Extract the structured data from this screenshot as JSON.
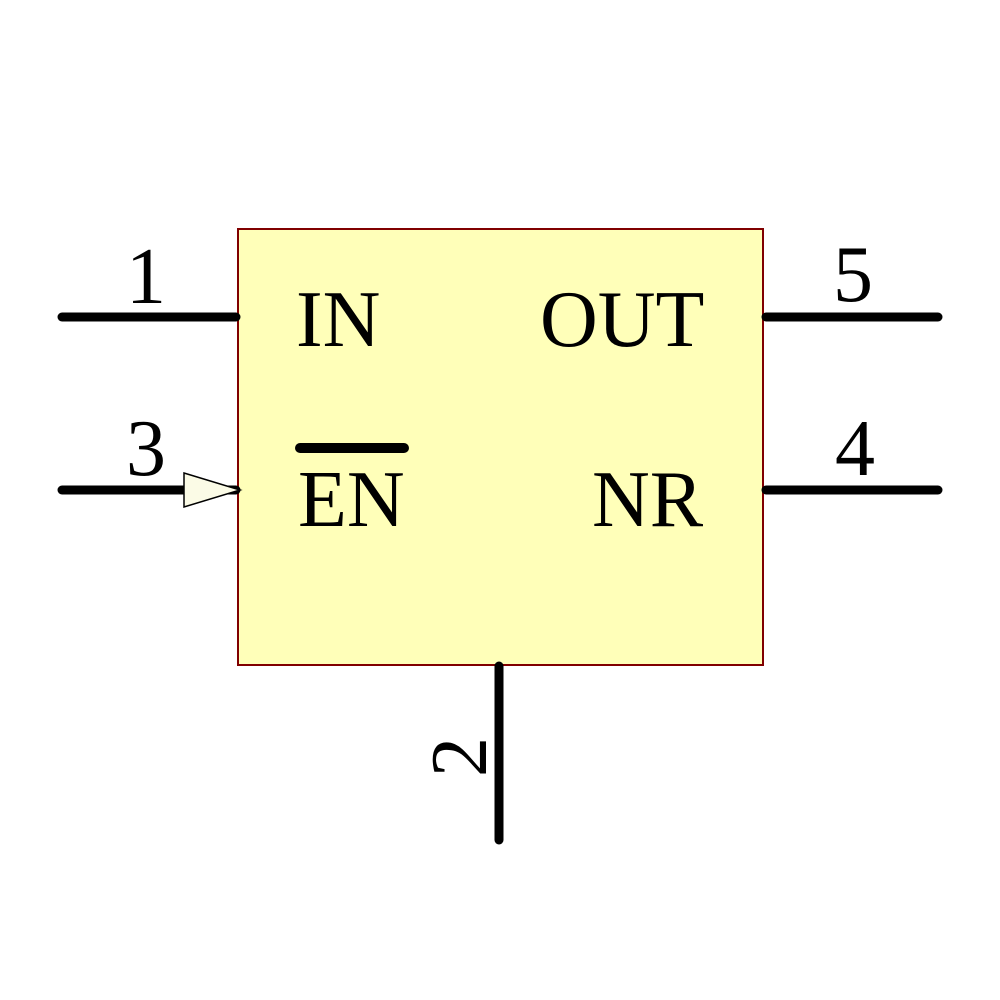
{
  "canvas": {
    "background": "#FFFFFF"
  },
  "symbol": {
    "kind": "schematic-component-symbol",
    "body": {
      "fill": "#FFFFB9",
      "border_color": "#800000"
    },
    "pin_color": "#000000",
    "text_color": "#000000",
    "input_arrow": {
      "icon": "input-direction-triangle-icon",
      "fill": "#FBFBE6",
      "stroke": "#000000"
    },
    "pins": [
      {
        "number": "1",
        "label": "IN",
        "side": "left",
        "row": "top"
      },
      {
        "number": "3",
        "label": "EN",
        "side": "left",
        "row": "middle",
        "active_low_overbar": true,
        "input_arrow": true
      },
      {
        "number": "5",
        "label": "OUT",
        "side": "right",
        "row": "top"
      },
      {
        "number": "4",
        "label": "NR",
        "side": "right",
        "row": "middle"
      },
      {
        "number": "2",
        "label": "",
        "side": "bottom",
        "row": "bottom",
        "number_rotated": true
      }
    ]
  }
}
